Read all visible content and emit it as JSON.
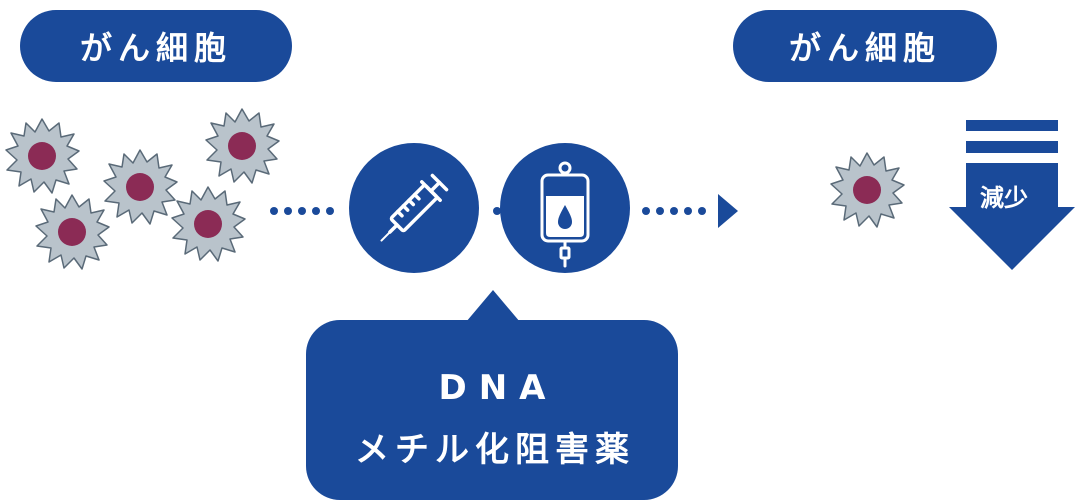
{
  "labels": {
    "left_title": "がん細胞",
    "right_title": "がん細胞",
    "decrease": "減少",
    "drug_line1": "DNA",
    "drug_line2": "メチル化阻害薬"
  },
  "colors": {
    "primary_blue": "#1a4a9a",
    "cell_gray": "#b9c3cb",
    "cell_outline": "#5a6a78",
    "nucleus": "#8b2b55"
  },
  "icons": {
    "left_cells": "cancer-cell-icon",
    "syringe": "syringe-icon",
    "drip": "iv-drip-bag-icon",
    "right_cell": "cancer-cell-icon",
    "decrease": "down-arrow-icon"
  }
}
